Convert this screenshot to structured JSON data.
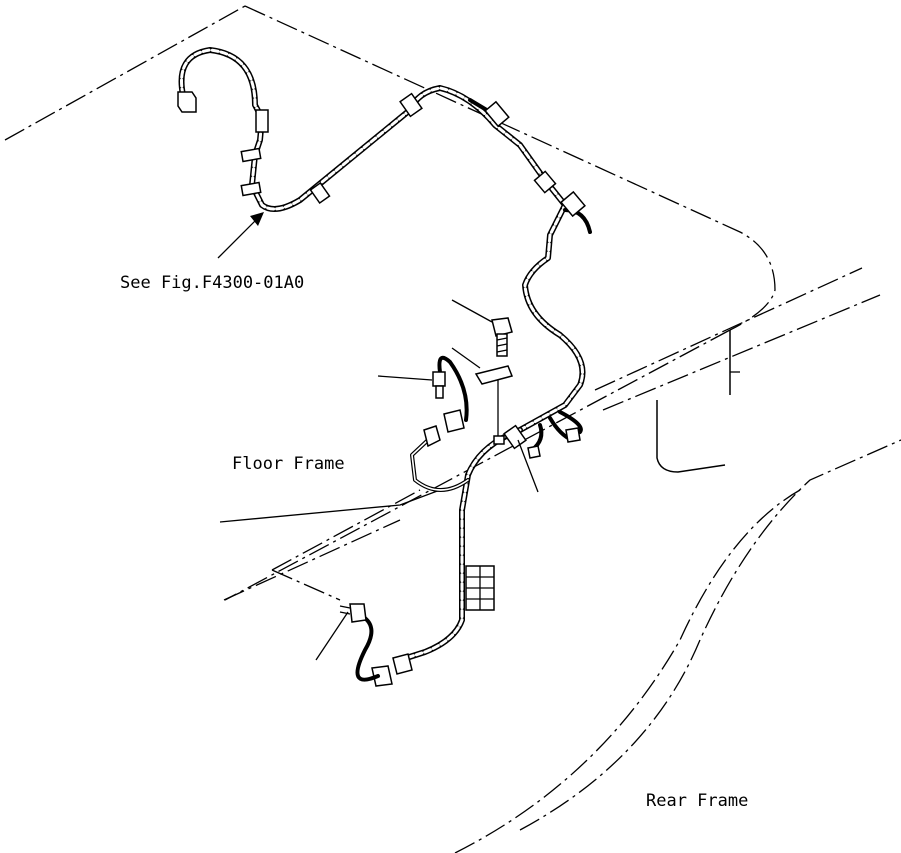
{
  "labels": {
    "see_fig": "See Fig.F4300-01A0",
    "floor_frame": "Floor Frame",
    "rear_frame": "Rear Frame"
  }
}
